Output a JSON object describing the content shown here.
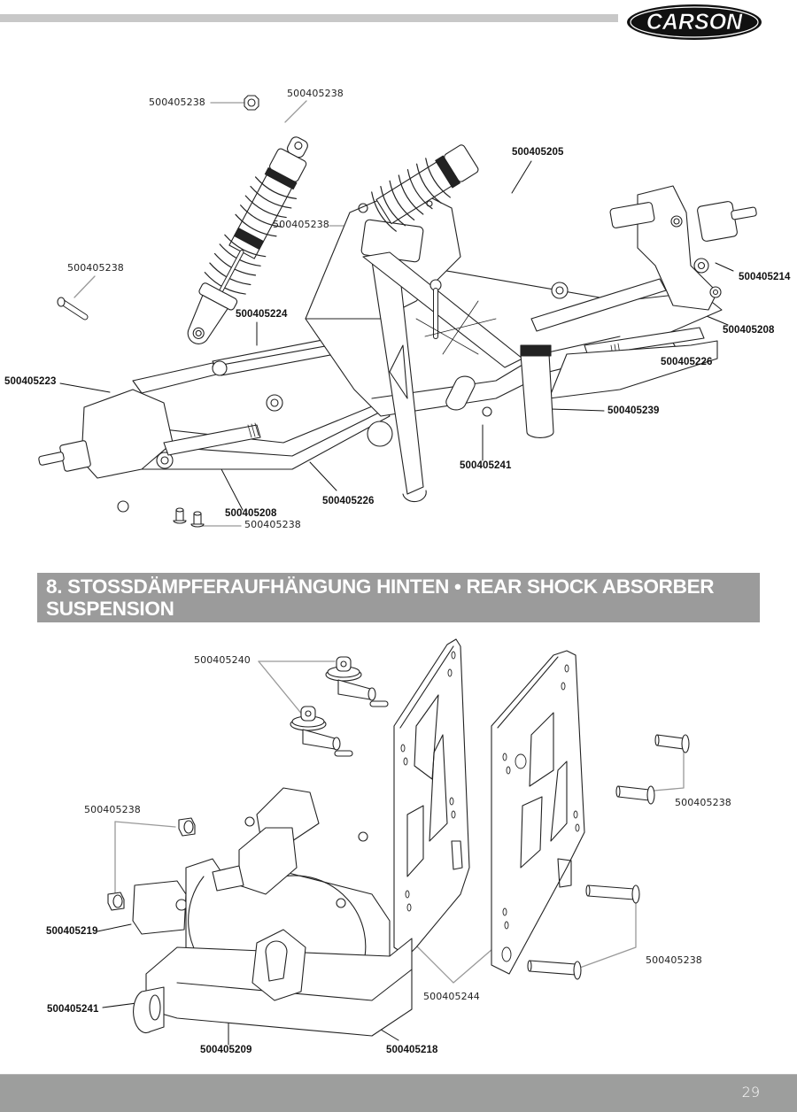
{
  "header": {
    "brand": "CARSON"
  },
  "figure_top": {
    "callouts": [
      {
        "id": "c1",
        "text": "500405238",
        "style": "light"
      },
      {
        "id": "c2",
        "text": "500405238",
        "style": "light"
      },
      {
        "id": "c3",
        "text": "500405205",
        "style": "bold"
      },
      {
        "id": "c4",
        "text": "500405238",
        "style": "light"
      },
      {
        "id": "c5",
        "text": "500405238",
        "style": "light"
      },
      {
        "id": "c6",
        "text": "500405224",
        "style": "bold"
      },
      {
        "id": "c7",
        "text": "500405214",
        "style": "bold"
      },
      {
        "id": "c8",
        "text": "500405208",
        "style": "bold"
      },
      {
        "id": "c9",
        "text": "500405226",
        "style": "bold"
      },
      {
        "id": "c10",
        "text": "500405223",
        "style": "bold"
      },
      {
        "id": "c11",
        "text": "500405239",
        "style": "bold"
      },
      {
        "id": "c12",
        "text": "500405241",
        "style": "bold"
      },
      {
        "id": "c13",
        "text": "500405226",
        "style": "bold"
      },
      {
        "id": "c14",
        "text": "500405208",
        "style": "bold"
      },
      {
        "id": "c15",
        "text": "500405238",
        "style": "light"
      }
    ]
  },
  "section": {
    "number": "8.",
    "title": "8. STOSSDÄMPFERAUFHÄNGUNG HINTEN • REAR SHOCK ABSORBER SUSPENSION"
  },
  "figure_bottom": {
    "callouts": [
      {
        "id": "d1",
        "text": "500405240",
        "style": "light"
      },
      {
        "id": "d2",
        "text": "500405238",
        "style": "light"
      },
      {
        "id": "d3",
        "text": "500405238",
        "style": "light"
      },
      {
        "id": "d4",
        "text": "500405219",
        "style": "bold"
      },
      {
        "id": "d5",
        "text": "500405238",
        "style": "light"
      },
      {
        "id": "d6",
        "text": "500405241",
        "style": "bold"
      },
      {
        "id": "d7",
        "text": "500405244",
        "style": "light"
      },
      {
        "id": "d8",
        "text": "500405209",
        "style": "bold"
      },
      {
        "id": "d9",
        "text": "500405218",
        "style": "bold"
      }
    ]
  },
  "footer": {
    "page_number": "29"
  }
}
